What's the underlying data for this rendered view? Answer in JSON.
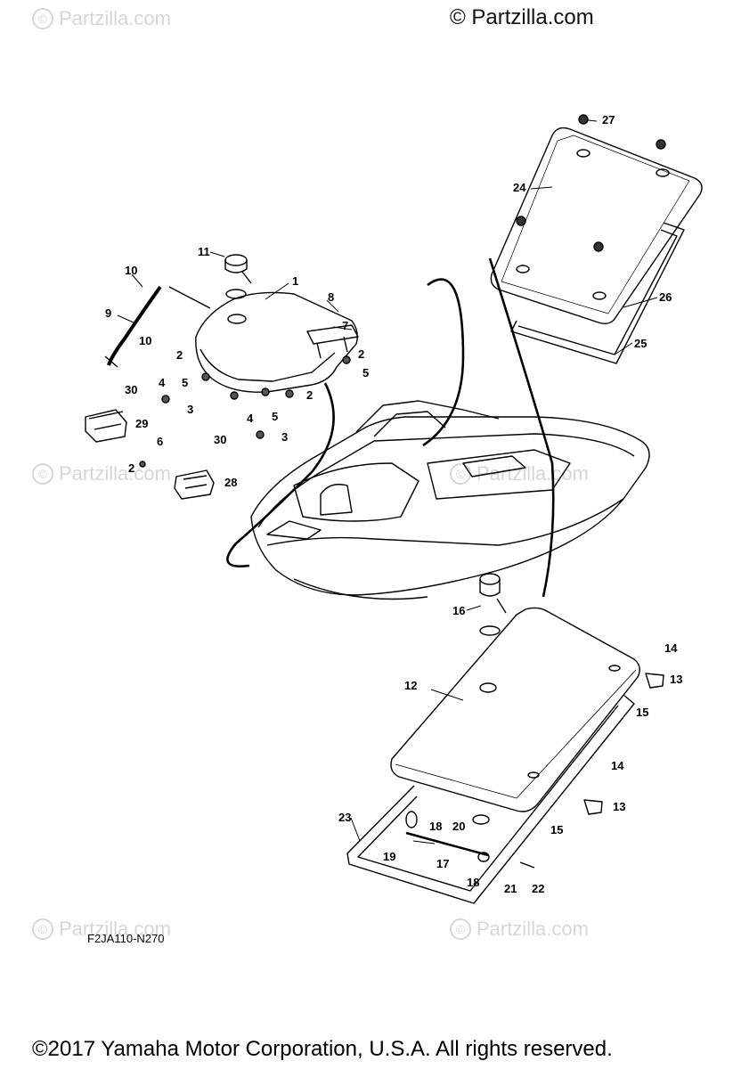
{
  "watermarks": {
    "brand": "Partzilla.com",
    "top_right": "© Partzilla.com",
    "symbol": "©"
  },
  "callouts": {
    "c1": "1",
    "c2a": "2",
    "c2b": "2",
    "c2c": "2",
    "c2d": "2",
    "c3a": "3",
    "c3b": "3",
    "c4a": "4",
    "c4b": "4",
    "c5a": "5",
    "c5b": "5",
    "c5c": "5",
    "c6": "6",
    "c7": "7",
    "c8": "8",
    "c9": "9",
    "c10a": "10",
    "c10b": "10",
    "c11": "11",
    "c12": "12",
    "c13a": "13",
    "c13b": "13",
    "c14a": "14",
    "c14b": "14",
    "c15a": "15",
    "c15b": "15",
    "c16": "16",
    "c17": "17",
    "c18a": "18",
    "c18b": "18",
    "c19": "19",
    "c20": "20",
    "c21": "21",
    "c22": "22",
    "c23": "23",
    "c24": "24",
    "c25": "25",
    "c26": "26",
    "c27": "27",
    "c28": "28",
    "c29": "29",
    "c30a": "30",
    "c30b": "30"
  },
  "diagram_code": "F2JA110-N270",
  "copyright": "©2017  Yamaha Motor Corporation, U.S.A. All rights reserved."
}
